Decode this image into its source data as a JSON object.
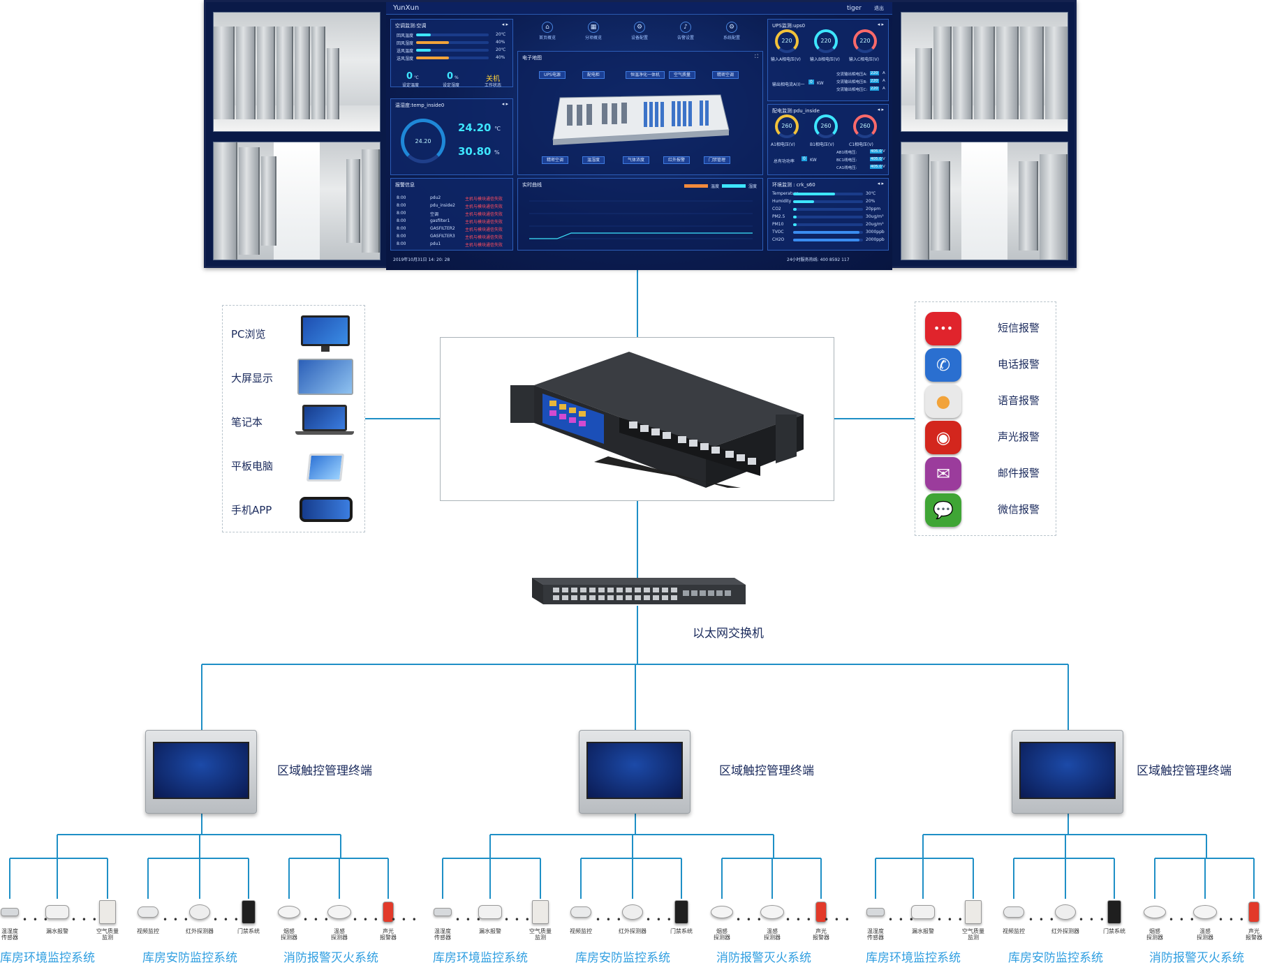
{
  "dashboard": {
    "brand": "YunXun",
    "user": "tiger",
    "exit": "退出",
    "nav": [
      "首页概览",
      "分项概览",
      "设备配置",
      "告警设置",
      "系统配置"
    ],
    "ac_panel": {
      "title": "空调监测:空调",
      "rows": [
        {
          "label": "回风温度",
          "value": "20℃"
        },
        {
          "label": "回风湿度",
          "value": "40%"
        },
        {
          "label": "送风温度",
          "value": "20℃"
        },
        {
          "label": "送风湿度",
          "value": "40%"
        }
      ],
      "set_temp": "0",
      "set_temp_unit": "℃",
      "set_temp_label": "设定温度",
      "set_hum": "0",
      "set_hum_unit": "%",
      "set_hum_label": "设定湿度",
      "state": "关机",
      "state_label": "工作状态"
    },
    "temp_panel": {
      "title": "温湿度:temp_inside0",
      "gauge": "24.20",
      "temp": "24.20",
      "temp_unit": "℃",
      "hum": "30.80",
      "hum_unit": "%"
    },
    "alarm_panel": {
      "title": "报警信息",
      "rows": [
        {
          "time": "8:00",
          "device": "pdu2",
          "msg": "主机与模块通信失败"
        },
        {
          "time": "8:00",
          "device": "pdu_inside2",
          "msg": "主机与模块通信失败"
        },
        {
          "time": "8:00",
          "device": "空调",
          "msg": "主机与模块通信失败"
        },
        {
          "time": "8:00",
          "device": "gasfilter1",
          "msg": "主机与模块通信失败"
        },
        {
          "time": "8:00",
          "device": "GASFILTER2",
          "msg": "主机与模块通信失败"
        },
        {
          "time": "8:00",
          "device": "GASFILTER3",
          "msg": "主机与模块通信失败"
        },
        {
          "time": "8:00",
          "device": "pdu1",
          "msg": "主机与模块通信失败"
        }
      ],
      "timestamp": "2019年10月31日 14: 20: 28"
    },
    "map_panel": {
      "title": "电子地图",
      "top_tags": [
        "UPS电源",
        "配电柜",
        "恒温净化一体机",
        "空气质量",
        "精密空调"
      ],
      "bottom_tags": [
        "精密空调",
        "温湿度",
        "气体浓度",
        "红外报警",
        "门禁管理"
      ]
    },
    "curve_panel": {
      "title": "实时曲线",
      "legend": [
        "温度",
        "湿度"
      ]
    },
    "ups_panel": {
      "title": "UPS监测:ups0",
      "gauges": [
        {
          "value": "220",
          "label": "输入A相电压(V)"
        },
        {
          "value": "220",
          "label": "输入B相电压(V)"
        },
        {
          "value": "220",
          "label": "输入C相电压(V)"
        }
      ],
      "rows": [
        "交流输出相电压A:",
        "交流输出相电压B:",
        "交流输出相电压C:"
      ],
      "row_values": [
        "220",
        "220",
        "220"
      ],
      "row_unit": "A",
      "battery_label": "输出相电流A(I)一",
      "battery_value": "0",
      "battery_unit": "KW"
    },
    "pdu_panel": {
      "title": "配电监测:pdu_inside",
      "gauges": [
        {
          "value": "260",
          "label": "A1相电压(V)"
        },
        {
          "value": "260",
          "label": "B1相电压(V)"
        },
        {
          "value": "260",
          "label": "C1相电压(V)"
        }
      ],
      "rows": [
        "AB1线电压:",
        "BC1线电压:",
        "CA1线电压:"
      ],
      "row_values": [
        "405.0",
        "405.0",
        "405.0"
      ],
      "row_unit": "V",
      "power_label": "总有功功率",
      "power_value": "0",
      "power_unit": "KW"
    },
    "env_panel": {
      "title": "环境监测 : crk_s60",
      "rows": [
        {
          "label": "Temperature",
          "value": "30℃",
          "level": 0.6
        },
        {
          "label": "Humidity",
          "value": "20%",
          "level": 0.3
        },
        {
          "label": "CO2",
          "value": "20ppm",
          "level": 0.05
        },
        {
          "label": "PM2.5",
          "value": "30ug/m³",
          "level": 0.05
        },
        {
          "label": "PM10",
          "value": "20ug/m³",
          "level": 0.05
        },
        {
          "label": "TVOC",
          "value": "3000ppb",
          "level": 0.95
        },
        {
          "label": "CH2O",
          "value": "2000ppb",
          "level": 0.95
        }
      ],
      "hotline": "24小时服务热线: 400 8592 117"
    }
  },
  "clients": [
    {
      "label": "PC浏览"
    },
    {
      "label": "大屏显示"
    },
    {
      "label": "笔记本"
    },
    {
      "label": "平板电脑"
    },
    {
      "label": "手机APP"
    }
  ],
  "alarms": [
    {
      "label": "短信报警",
      "color": "#e0242c",
      "icon": "sms-icon",
      "glyph": "•••"
    },
    {
      "label": "电话报警",
      "color": "#2a6fd0",
      "icon": "phone-icon",
      "glyph": "✆"
    },
    {
      "label": "语音报警",
      "color": "#e9e9e9",
      "icon": "microphone-icon",
      "glyph": "●"
    },
    {
      "label": "声光报警",
      "color": "#d3261d",
      "icon": "siren-icon",
      "glyph": "◉"
    },
    {
      "label": "邮件报警",
      "color": "#9b3c9c",
      "icon": "mail-icon",
      "glyph": "✉"
    },
    {
      "label": "微信报警",
      "color": "#3fa535",
      "icon": "wechat-icon",
      "glyph": "💬"
    }
  ],
  "switch_label": "以太网交换机",
  "terminal_label": "区域触控管理终端",
  "systems": [
    "库房环境监控系统",
    "库房安防监控系统",
    "消防报警灭火系统"
  ],
  "sensors": {
    "env": [
      "温湿度\n传感器",
      "漏水报警",
      "空气质量\n监测"
    ],
    "sec": [
      "视频监控",
      "红外探测器",
      "门禁系统"
    ],
    "fire": [
      "烟感\n探测器",
      "温感\n探测器",
      "声光\n报警器"
    ]
  }
}
